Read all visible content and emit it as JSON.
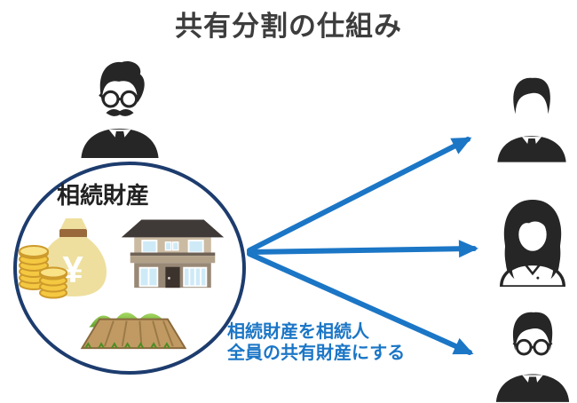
{
  "title": "共有分割の仕組み",
  "decedent": {
    "icon": "elder-man-with-glasses-and-mustache"
  },
  "estate_circle": {
    "label": "相続財産",
    "assets": [
      {
        "name": "money-bag",
        "symbol": "¥"
      },
      {
        "name": "gold-coin-stacks"
      },
      {
        "name": "two-story-house"
      },
      {
        "name": "farmland-plot"
      }
    ]
  },
  "heirs": [
    {
      "icon": "young-man-in-suit"
    },
    {
      "icon": "woman-with-long-hair"
    },
    {
      "icon": "man-with-glasses-in-suit"
    }
  ],
  "caption": {
    "line1": "相続財産を相続人",
    "line2": "全員の共有財産にする"
  },
  "arrows": {
    "count": 3
  },
  "colors": {
    "title_text": "#3d3d3d",
    "accent_blue": "#1b76c6",
    "circle_navy": "#1d3c6e",
    "person_dark": "#262626",
    "coin_gold": "#f4c841",
    "coin_edge": "#cd9a2b",
    "coin_top": "#fae287",
    "bag_tan": "#eedf9e",
    "bag_band_brown": "#99693c",
    "roof_dark": "#3f3937",
    "wall_upper": "#cbbba3",
    "wall_lower": "#988876",
    "balcony_tan": "#b2a189",
    "rail_brown": "#6e6257",
    "window_blue": "#cfeaf7",
    "door_brown": "#3c332c",
    "soil_tan": "#c19a63",
    "soil_edge": "#8a6a3e",
    "furrow_brown": "#9b7a46",
    "hill_green_light": "#a8d964",
    "hill_green_dark": "#61a32e",
    "grass_green": "#4e8d24"
  }
}
